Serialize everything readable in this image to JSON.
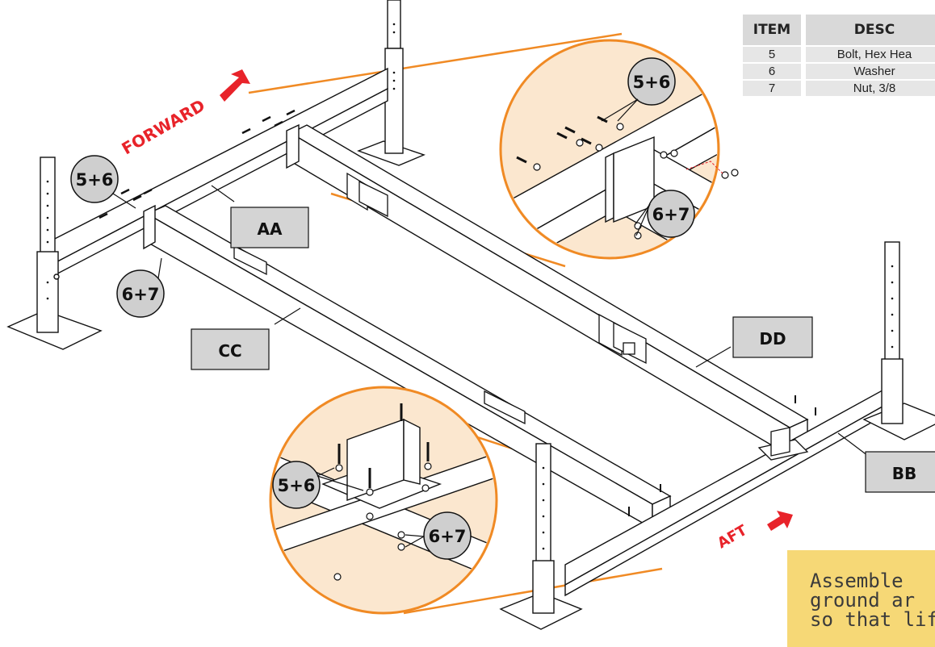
{
  "labels": {
    "aa": "AA",
    "bb": "BB",
    "cc": "CC",
    "dd": "DD"
  },
  "callouts": {
    "bolt_washer": "5+6",
    "washer_nut": "6+7"
  },
  "directions": {
    "forward": "FORWARD",
    "aft": "AFT"
  },
  "parts_table": {
    "headers": [
      "ITEM",
      "DESC"
    ],
    "rows": [
      {
        "item": "5",
        "desc": "Bolt, Hex Hea"
      },
      {
        "item": "6",
        "desc": "Washer"
      },
      {
        "item": "7",
        "desc": "Nut, 3/8"
      }
    ]
  },
  "note": {
    "lines": [
      "Assemble",
      "ground ar",
      "so that lif"
    ]
  },
  "colors": {
    "accent_orange": "#f08a24",
    "arrow_red": "#e8232a",
    "zoom_fill": "#fbe7cf",
    "label_gray": "#d4d4d4",
    "note_yellow": "#f6d876"
  }
}
